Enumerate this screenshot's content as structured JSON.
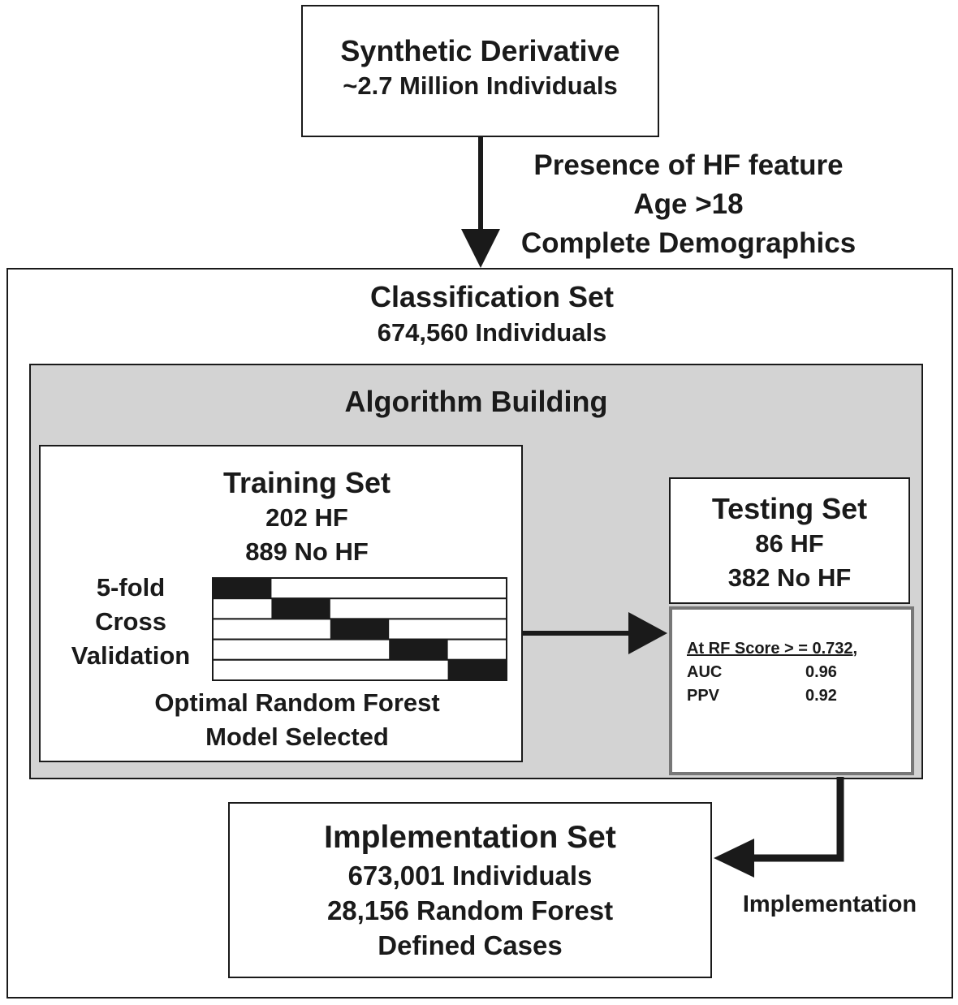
{
  "colors": {
    "ink": "#1a1a1a",
    "panel_gray": "#d3d3d3",
    "results_border": "#777777"
  },
  "synthetic": {
    "title": "Synthetic Derivative",
    "subtitle": "~2.7 Million Individuals"
  },
  "criteria": [
    "Presence of HF feature",
    "Age >18",
    "Complete Demographics"
  ],
  "classification": {
    "title": "Classification Set",
    "count": "674,560 Individuals"
  },
  "algorithm": {
    "title": "Algorithm Building"
  },
  "training": {
    "title": "Training Set",
    "hf": "202 HF",
    "no_hf": "889 No HF",
    "cv_label": [
      "5-fold",
      "Cross",
      "Validation"
    ],
    "folds": 5,
    "footer": [
      "Optimal Random Forest",
      "Model Selected"
    ]
  },
  "testing": {
    "title": "Testing Set",
    "hf": "86 HF",
    "no_hf": "382 No HF"
  },
  "results": {
    "header": "At RF Score > = 0.732",
    "header_suffix": ",",
    "metrics": [
      {
        "name": "AUC",
        "value": "0.96"
      },
      {
        "name": "PPV",
        "value": "0.92"
      }
    ]
  },
  "implementation": {
    "title": "Implementation Set",
    "lines": [
      "673,001 Individuals",
      "28,156 Random Forest",
      "Defined Cases"
    ],
    "arrow_label": "Implementation"
  }
}
